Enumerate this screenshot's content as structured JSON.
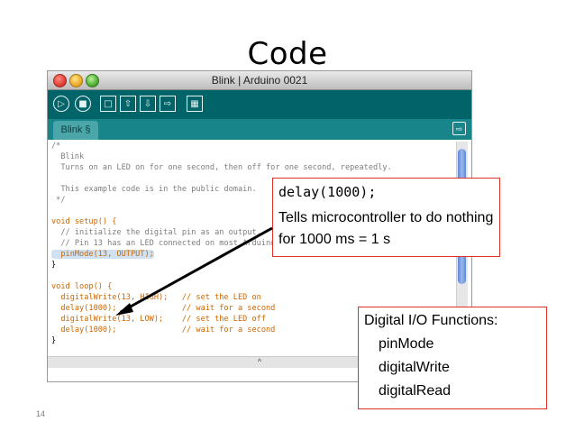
{
  "slide": {
    "title": "Code",
    "page_number": "14"
  },
  "window": {
    "title": "Blink | Arduino 0021",
    "toolbar_icons": [
      "verify-icon",
      "stop-icon",
      "new-icon",
      "open-icon",
      "save-icon",
      "upload-icon",
      "serial-monitor-icon"
    ],
    "tab_label": "Blink §",
    "status_caret": "^"
  },
  "code": {
    "lines": [
      "/*",
      "  Blink",
      "  Turns on an LED on for one second, then off for one second, repeatedly.",
      "",
      "  This example code is in the public domain.",
      " */",
      "",
      "void setup() {",
      "  // initialize the digital pin as an output.",
      "  // Pin 13 has an LED connected on most Arduino",
      "  pinMode(13, OUTPUT);",
      "}",
      "",
      "void loop() {",
      "  digitalWrite(13, HIGH);   // set the LED on",
      "  delay(1000);              // wait for a second",
      "  digitalWrite(13, LOW);    // set the LED off",
      "  delay(1000);              // wait for a second",
      "}"
    ]
  },
  "callouts": {
    "delay": {
      "code": "delay(1000);",
      "text": "Tells microcontroller to do nothing for 1000 ms = 1 s"
    },
    "io": {
      "title": "Digital I/O Functions:",
      "items": [
        "pinMode",
        "digitalWrite",
        "digitalRead"
      ]
    }
  },
  "colors": {
    "toolbar": "#006468",
    "tabbar": "#17858a",
    "callout_border": "#e0302a",
    "arrow": "#000000"
  }
}
